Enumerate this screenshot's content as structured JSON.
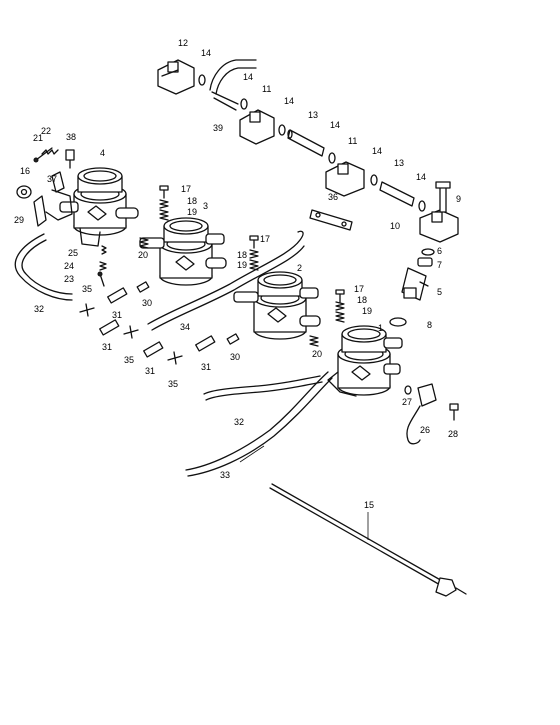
{
  "diagram": {
    "callouts": [
      {
        "id": "c1",
        "label": "1"
      },
      {
        "id": "c2",
        "label": "2"
      },
      {
        "id": "c3",
        "label": "3"
      },
      {
        "id": "c4",
        "label": "4"
      },
      {
        "id": "c5",
        "label": "5"
      },
      {
        "id": "c6",
        "label": "6"
      },
      {
        "id": "c7",
        "label": "7"
      },
      {
        "id": "c8",
        "label": "8"
      },
      {
        "id": "c9",
        "label": "9"
      },
      {
        "id": "c10",
        "label": "10"
      },
      {
        "id": "c11a",
        "label": "11"
      },
      {
        "id": "c11b",
        "label": "11"
      },
      {
        "id": "c12",
        "label": "12"
      },
      {
        "id": "c13a",
        "label": "13"
      },
      {
        "id": "c13b",
        "label": "13"
      },
      {
        "id": "c14a",
        "label": "14"
      },
      {
        "id": "c14b",
        "label": "14"
      },
      {
        "id": "c14c",
        "label": "14"
      },
      {
        "id": "c14d",
        "label": "14"
      },
      {
        "id": "c14e",
        "label": "14"
      },
      {
        "id": "c14f",
        "label": "14"
      },
      {
        "id": "c15",
        "label": "15"
      },
      {
        "id": "c16",
        "label": "16"
      },
      {
        "id": "c17a",
        "label": "17"
      },
      {
        "id": "c17b",
        "label": "17"
      },
      {
        "id": "c17c",
        "label": "17"
      },
      {
        "id": "c18a",
        "label": "18"
      },
      {
        "id": "c18b",
        "label": "18"
      },
      {
        "id": "c18c",
        "label": "18"
      },
      {
        "id": "c19a",
        "label": "19"
      },
      {
        "id": "c19b",
        "label": "19"
      },
      {
        "id": "c19c",
        "label": "19"
      },
      {
        "id": "c20a",
        "label": "20"
      },
      {
        "id": "c20b",
        "label": "20"
      },
      {
        "id": "c21",
        "label": "21"
      },
      {
        "id": "c22",
        "label": "22"
      },
      {
        "id": "c23",
        "label": "23"
      },
      {
        "id": "c24",
        "label": "24"
      },
      {
        "id": "c25",
        "label": "25"
      },
      {
        "id": "c26",
        "label": "26"
      },
      {
        "id": "c27",
        "label": "27"
      },
      {
        "id": "c28",
        "label": "28"
      },
      {
        "id": "c29",
        "label": "29"
      },
      {
        "id": "c30a",
        "label": "30"
      },
      {
        "id": "c30b",
        "label": "30"
      },
      {
        "id": "c31a",
        "label": "31"
      },
      {
        "id": "c31b",
        "label": "31"
      },
      {
        "id": "c31c",
        "label": "31"
      },
      {
        "id": "c31d",
        "label": "31"
      },
      {
        "id": "c32a",
        "label": "32"
      },
      {
        "id": "c32b",
        "label": "32"
      },
      {
        "id": "c33",
        "label": "33"
      },
      {
        "id": "c34",
        "label": "34"
      },
      {
        "id": "c35a",
        "label": "35"
      },
      {
        "id": "c35b",
        "label": "35"
      },
      {
        "id": "c35c",
        "label": "35"
      },
      {
        "id": "c36",
        "label": "36"
      },
      {
        "id": "c37",
        "label": "37"
      },
      {
        "id": "c38",
        "label": "38"
      },
      {
        "id": "c39",
        "label": "39"
      }
    ]
  }
}
